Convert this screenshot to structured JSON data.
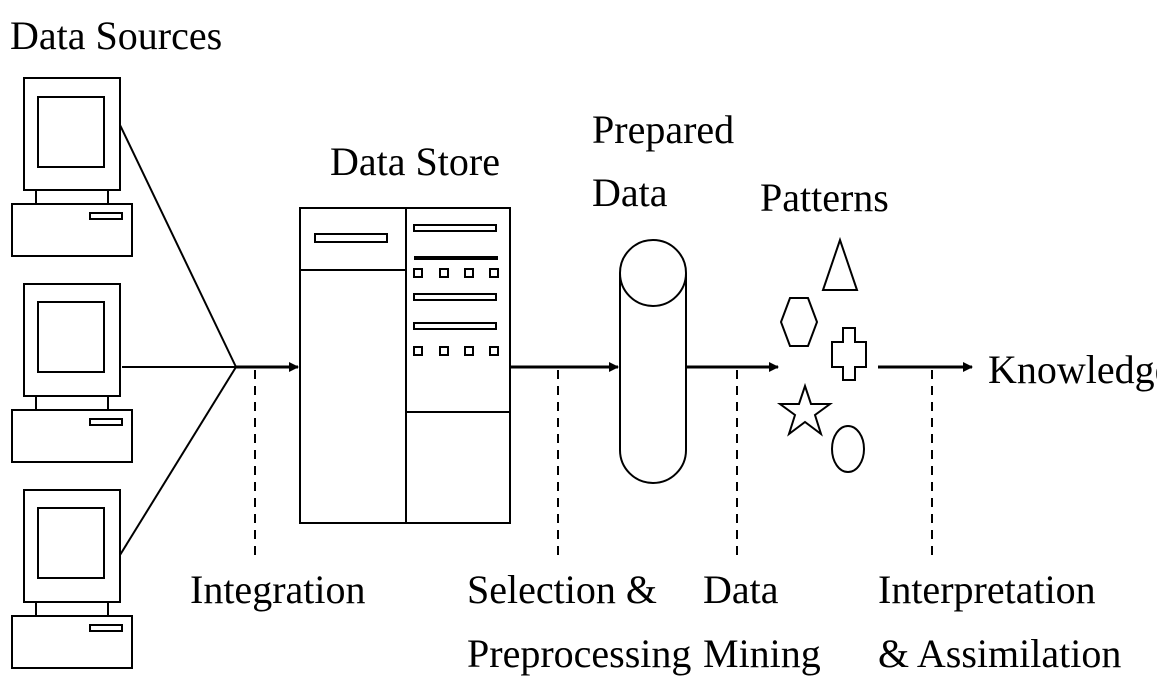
{
  "labels": {
    "data_sources": "Data Sources",
    "data_store": "Data Store",
    "prepared_data_line1": "Prepared",
    "prepared_data_line2": "Data",
    "patterns": "Patterns",
    "knowledge": "Knowledge",
    "integration": "Integration",
    "selection_line1": "Selection &",
    "selection_line2": "Preprocessing",
    "mining_line1": "Data",
    "mining_line2": "Mining",
    "interpretation_line1": "Interpretation",
    "interpretation_line2": "& Assimilation"
  },
  "colors": {
    "stroke": "#000000",
    "background": "#ffffff"
  },
  "icons": [
    "computer-icon",
    "server-icon",
    "cylinder-icon",
    "triangle-icon",
    "hexagon-icon",
    "cross-icon",
    "star-icon",
    "circle-icon",
    "arrow-icon"
  ]
}
